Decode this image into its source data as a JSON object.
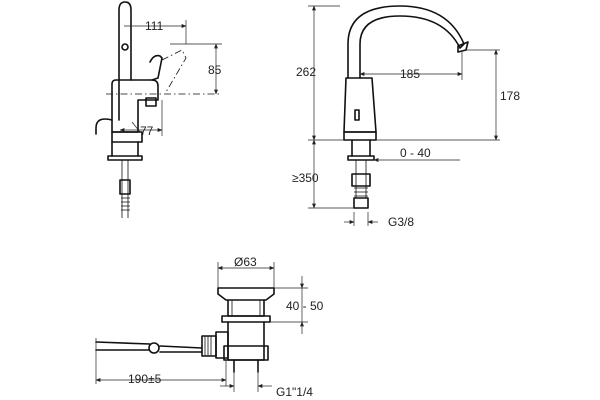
{
  "dimensions": {
    "side_width_top": "111",
    "side_height_85": "85",
    "side_depth_77": "77",
    "front_height_262": "262",
    "front_reach_185": "185",
    "front_spout_178": "178",
    "front_range": "0 - 40",
    "front_min_350": "≥350",
    "front_thread": "G3/8",
    "waste_diameter": "Ø63",
    "waste_height": "40 - 50",
    "waste_rod_length": "190±5",
    "waste_thread": "G1\"1/4"
  }
}
